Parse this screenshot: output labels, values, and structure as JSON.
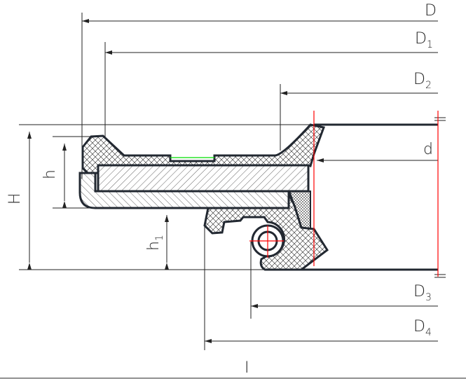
{
  "labels": {
    "D": "D",
    "D1": "D",
    "D1_sub": "1",
    "D2": "D",
    "D2_sub": "2",
    "d": "d",
    "D3": "D",
    "D3_sub": "3",
    "D4": "D",
    "D4_sub": "4",
    "H": "H",
    "h": "h",
    "h1": "h",
    "h1_sub": "1",
    "I": "I"
  },
  "colors": {
    "line": "#222831",
    "centerline": "#ff0000",
    "gap": "#00dd00"
  }
}
